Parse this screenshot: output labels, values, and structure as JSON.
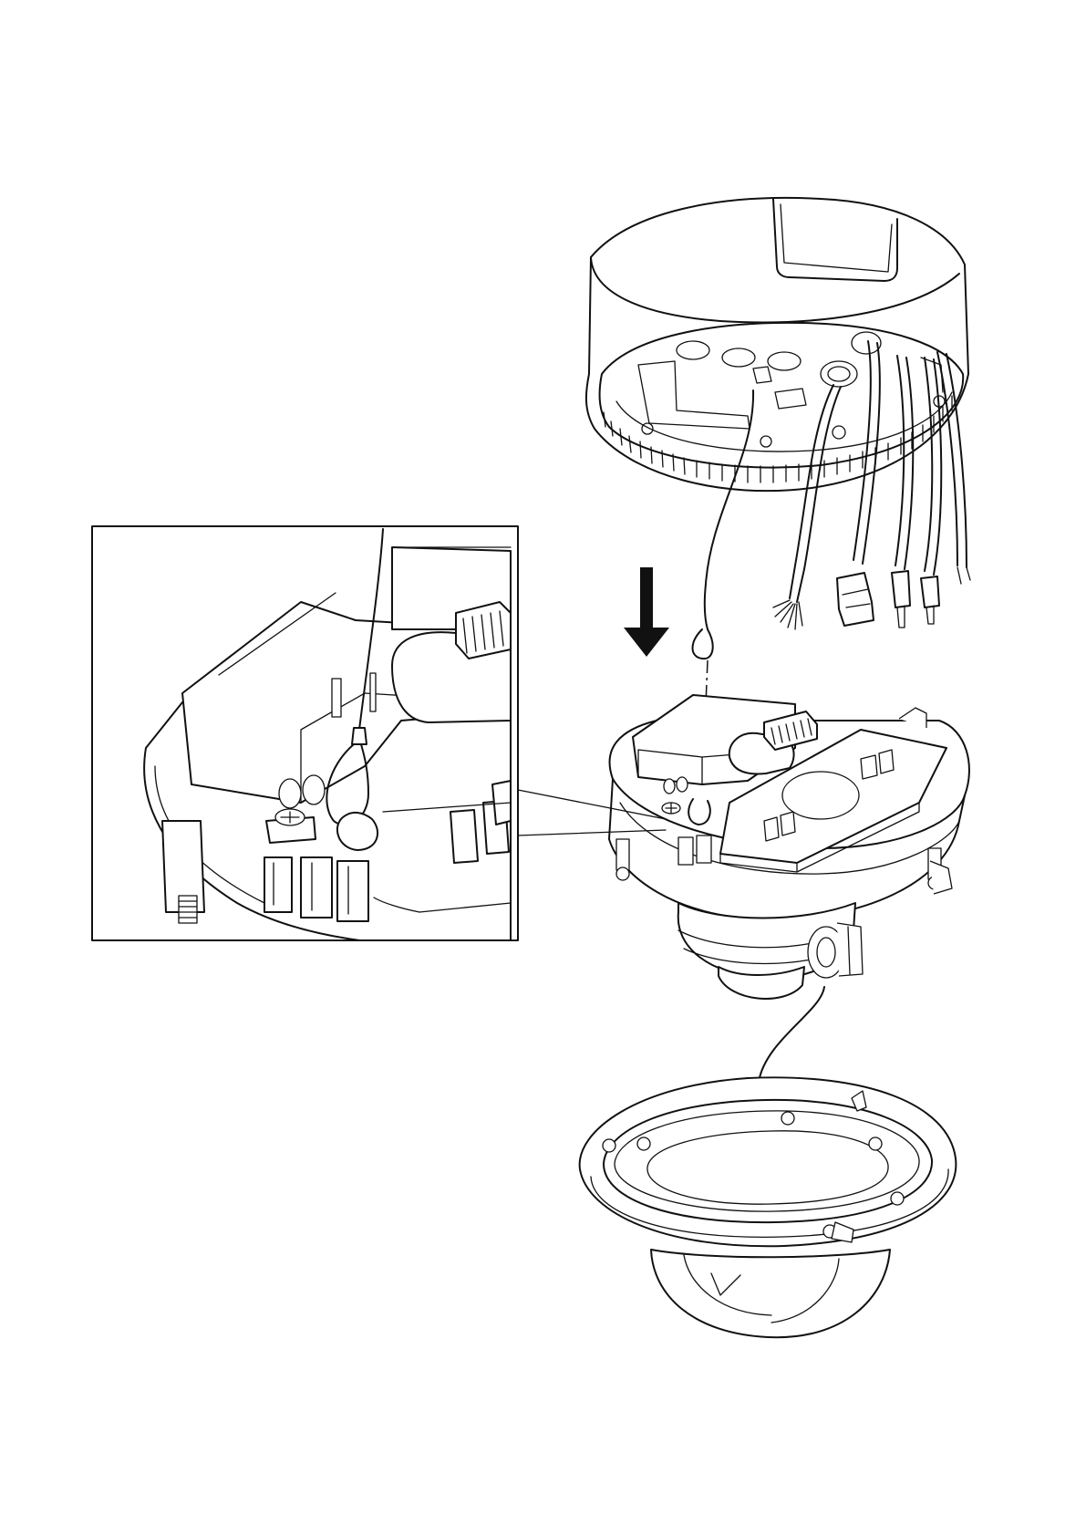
{
  "figure": {
    "type": "exploded-assembly-illustration",
    "components": [
      {
        "name": "back-box",
        "icon": "dome-back-box-icon"
      },
      {
        "name": "camera-module",
        "icon": "camera-module-icon"
      },
      {
        "name": "dome-bubble",
        "icon": "dome-bubble-icon"
      }
    ],
    "detail_view": {
      "icon": "safety-wire-detail-icon"
    },
    "arrow": {
      "direction": "down",
      "icon": "down-arrow-icon"
    },
    "colors": {
      "line": "#111111",
      "background": "#ffffff"
    }
  }
}
